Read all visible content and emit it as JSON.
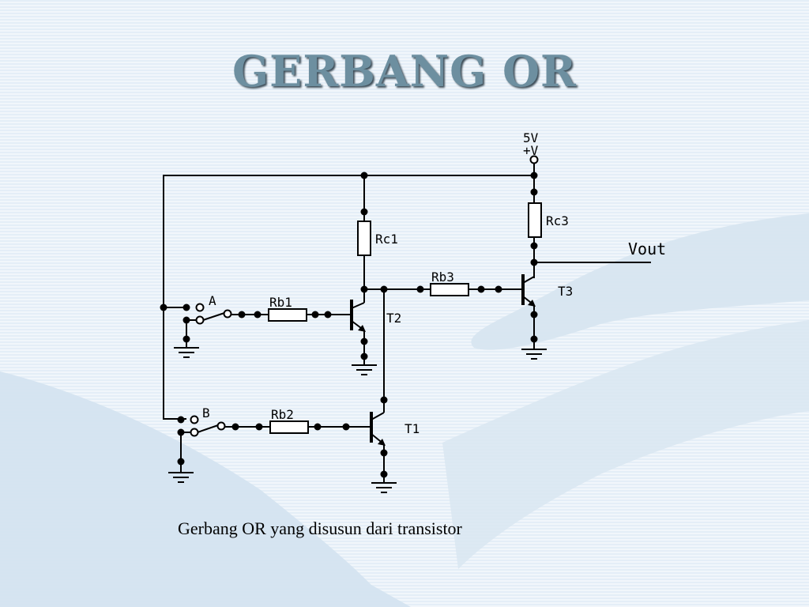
{
  "title": "GERBANG  OR",
  "caption": "Gerbang OR yang disusun dari transistor",
  "supply": {
    "voltage": "5V",
    "polarity": "+V"
  },
  "labels": {
    "input_a": "A",
    "input_b": "B",
    "rb1": "Rb1",
    "rb2": "Rb2",
    "rb3": "Rb3",
    "rc1": "Rc1",
    "rc3": "Rc3",
    "t1": "T1",
    "t2": "T2",
    "t3": "T3",
    "output": "Vout"
  },
  "colors": {
    "title": "#6d8fa0",
    "wire": "#000000",
    "background": "#e9f1f8"
  }
}
